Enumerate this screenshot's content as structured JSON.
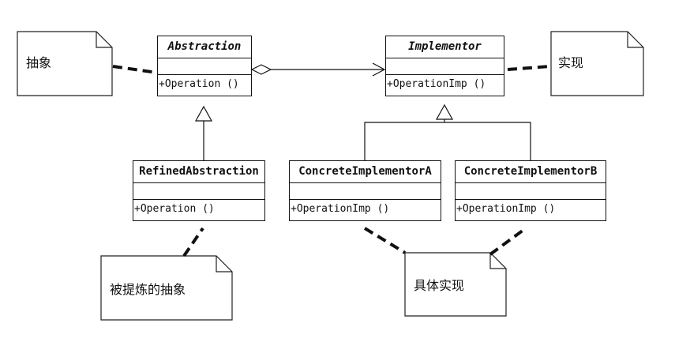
{
  "classes": {
    "abstraction": {
      "name": "Abstraction",
      "op": "+Operation ()"
    },
    "implementor": {
      "name": "Implementor",
      "op": "+OperationImp ()"
    },
    "refined": {
      "name": "RefinedAbstraction",
      "op": "+Operation ()"
    },
    "concrete_a": {
      "name": "ConcreteImplementorA",
      "op": "+OperationImp ()"
    },
    "concrete_b": {
      "name": "ConcreteImplementorB",
      "op": "+OperationImp ()"
    }
  },
  "notes": {
    "abstraction": "抽象",
    "implementor": "实现",
    "refined": "被提炼的抽象",
    "concrete": "具体实现"
  }
}
